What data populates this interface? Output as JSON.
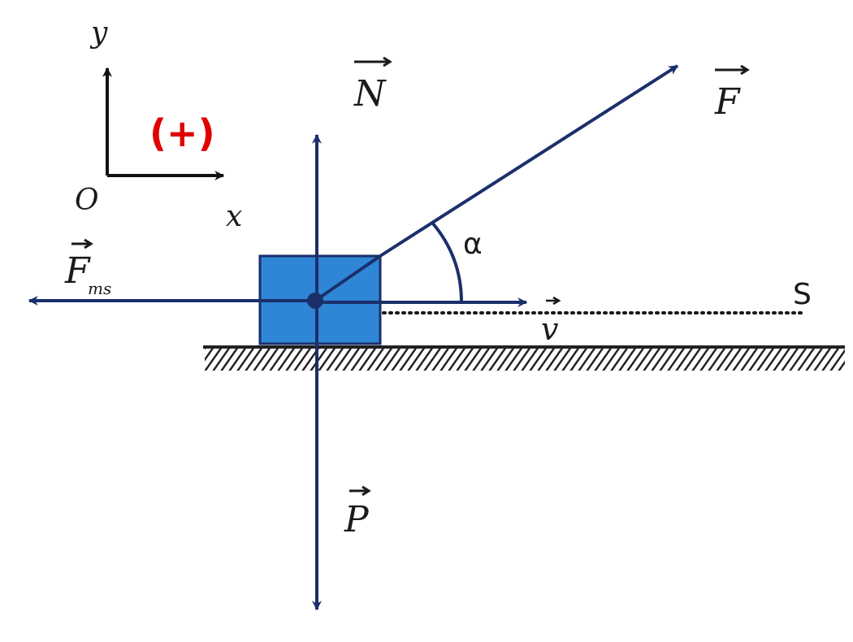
{
  "axes": {
    "y_label": "y",
    "x_label": "x",
    "origin_label": "O",
    "positive_sign": "(+)"
  },
  "forces": {
    "normal": "N",
    "applied": "F",
    "friction": "F",
    "friction_sub": "ms",
    "weight": "P"
  },
  "motion": {
    "velocity": "v",
    "angle": "α",
    "displacement": "S"
  },
  "colors": {
    "arrow": "#1b2f6b",
    "block_fill": "#2f86d6",
    "block_edge": "#1b2f6b",
    "positive_sign": "#e00000",
    "axis": "#111111",
    "ground": "#222222"
  }
}
